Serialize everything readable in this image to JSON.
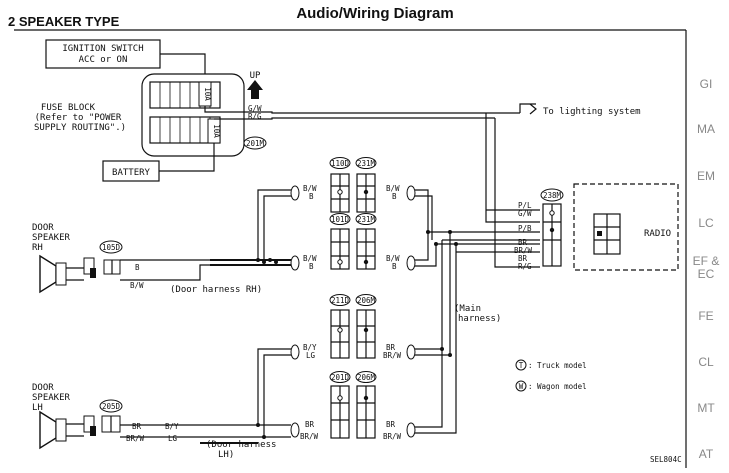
{
  "title": "Audio/Wiring Diagram",
  "speaker_type": "2 SPEAKER TYPE",
  "ignition": {
    "line1": "IGNITION SWITCH",
    "line2": "ACC or ON"
  },
  "fuse_block": {
    "line1": "FUSE BLOCK",
    "line2": "(Refer to \"POWER",
    "line3": "SUPPLY ROUTING\".)",
    "fuse_label": "10A"
  },
  "battery": "BATTERY",
  "up_label": "UP",
  "fuse_wires": {
    "gw": "G/W",
    "rg": "R/G"
  },
  "lighting": "To lighting system",
  "connectors": {
    "c201m_top": "201M",
    "c110d": "110D",
    "c231m_a": "231M",
    "c101d": "101D",
    "c231m_b": "231M",
    "c211d": "211D",
    "c206m_a": "206M",
    "c201d": "201D",
    "c206m_b": "206M",
    "c105d": "105D",
    "c205d": "205D",
    "c238m": "238M"
  },
  "wire_colors": {
    "bw": "B/W",
    "b": "B",
    "by": "B/Y",
    "lg": "LG",
    "br": "BR",
    "brw": "BR/W",
    "pl": "P/L",
    "gw": "G/W",
    "pb": "P/B",
    "rg": "R/G"
  },
  "door_rh": {
    "line1": "DOOR",
    "line2": "SPEAKER",
    "line3": "RH"
  },
  "door_lh": {
    "line1": "DOOR",
    "line2": "SPEAKER",
    "line3": "LH"
  },
  "harness_rh": "(Door harness RH)",
  "harness_lh_1": "(Door harness",
  "harness_lh_2": "LH)",
  "main_harness_1": "(Main",
  "main_harness_2": "harness)",
  "radio": "RADIO",
  "legend": {
    "truck_sym": "T",
    "truck": ": Truck model",
    "wagon_sym": "W",
    "wagon": ": Wagon model"
  },
  "ref_code": "SEL804C",
  "side_tabs": [
    "GI",
    "MA",
    "EM",
    "LC",
    "EF &",
    "EC",
    "FE",
    "CL",
    "MT",
    "AT"
  ]
}
